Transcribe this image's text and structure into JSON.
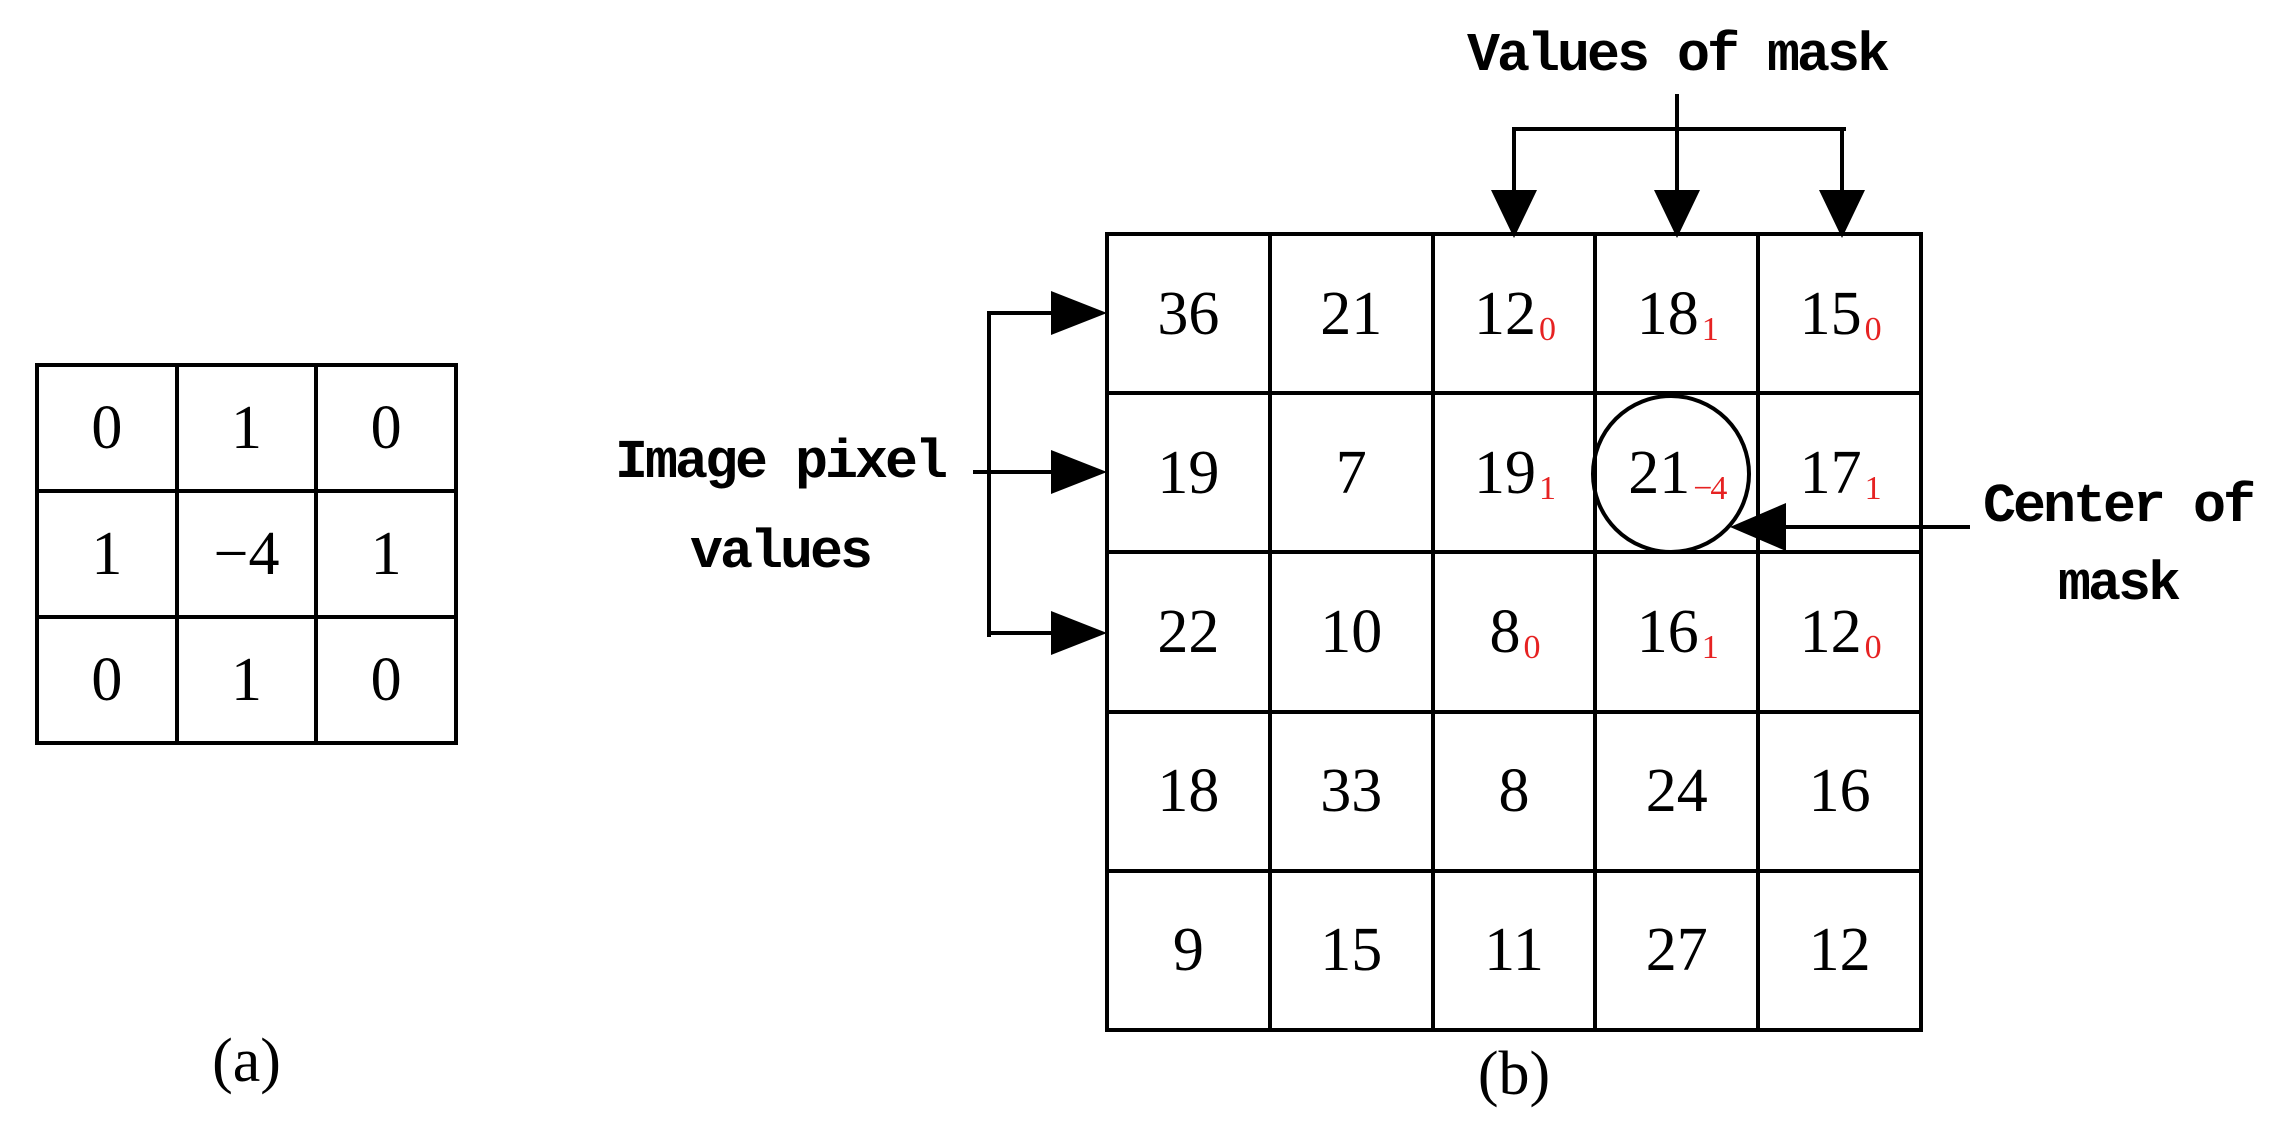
{
  "figure": {
    "colors": {
      "mask_value": "#e62222",
      "line": "#000000"
    },
    "panel_a": {
      "caption": "(a)",
      "grid": [
        [
          "0",
          "1",
          "0"
        ],
        [
          "1",
          "−4",
          "1"
        ],
        [
          "0",
          "1",
          "0"
        ]
      ]
    },
    "panel_b": {
      "caption": "(b)",
      "grid": [
        [
          {
            "v": "36"
          },
          {
            "v": "21"
          },
          {
            "v": "12",
            "s": "0"
          },
          {
            "v": "18",
            "s": "1"
          },
          {
            "v": "15",
            "s": "0"
          }
        ],
        [
          {
            "v": "19"
          },
          {
            "v": "7"
          },
          {
            "v": "19",
            "s": "1"
          },
          {
            "v": "21",
            "s": "−4",
            "circled": true
          },
          {
            "v": "17",
            "s": "1"
          }
        ],
        [
          {
            "v": "22"
          },
          {
            "v": "10"
          },
          {
            "v": "8",
            "s": "0"
          },
          {
            "v": "16",
            "s": "1"
          },
          {
            "v": "12",
            "s": "0"
          }
        ],
        [
          {
            "v": "18"
          },
          {
            "v": "33"
          },
          {
            "v": "8"
          },
          {
            "v": "24"
          },
          {
            "v": "16"
          }
        ],
        [
          {
            "v": "9"
          },
          {
            "v": "15"
          },
          {
            "v": "11"
          },
          {
            "v": "27"
          },
          {
            "v": "12"
          }
        ]
      ]
    },
    "labels": {
      "values_of_mask": "Values of mask",
      "image_pixel_values_line1": "Image pixel",
      "image_pixel_values_line2": "values",
      "center_of_mask_line1": "Center of",
      "center_of_mask_line2": "mask"
    }
  }
}
